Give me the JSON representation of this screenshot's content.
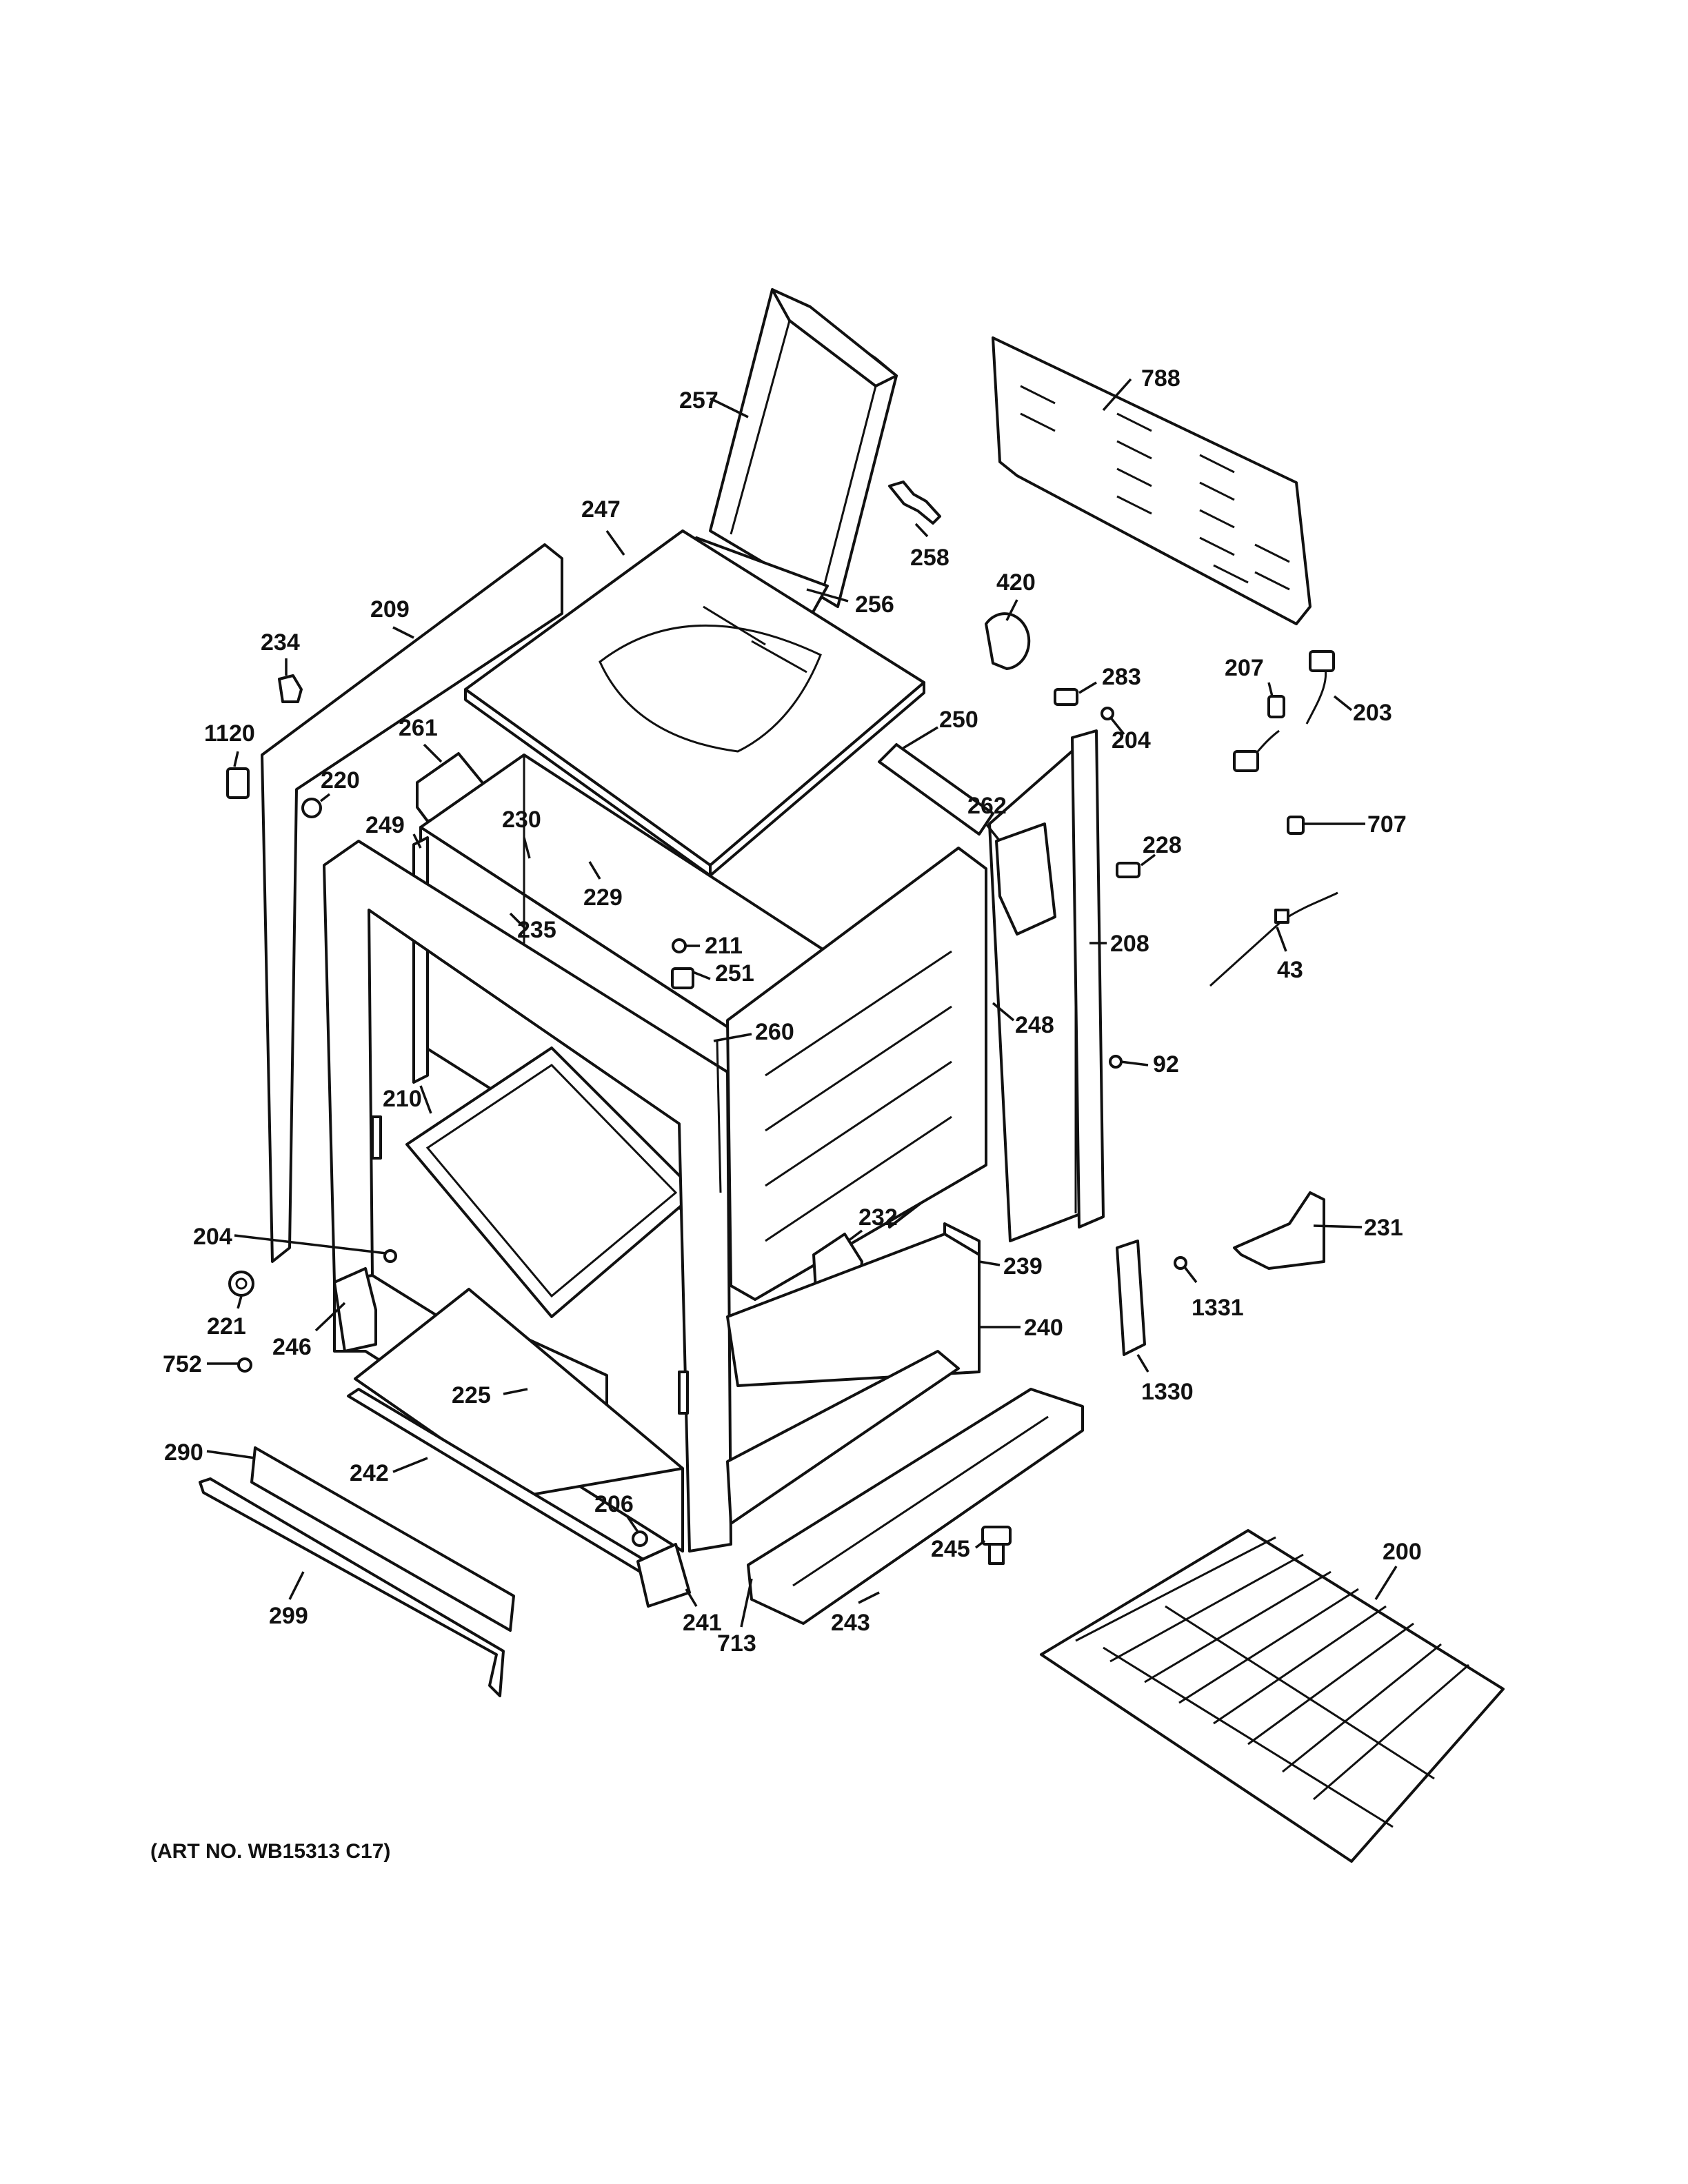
{
  "art_number": "(ART NO. WB15313 C17)",
  "callouts": [
    {
      "id": "p257",
      "text": "257"
    },
    {
      "id": "p788",
      "text": "788"
    },
    {
      "id": "p258",
      "text": "258"
    },
    {
      "id": "p247",
      "text": "247"
    },
    {
      "id": "p256",
      "text": "256"
    },
    {
      "id": "p420",
      "text": "420"
    },
    {
      "id": "p209",
      "text": "209"
    },
    {
      "id": "p234",
      "text": "234"
    },
    {
      "id": "p283",
      "text": "283"
    },
    {
      "id": "p207",
      "text": "207"
    },
    {
      "id": "p203",
      "text": "203"
    },
    {
      "id": "p250",
      "text": "250"
    },
    {
      "id": "p204a",
      "text": "204"
    },
    {
      "id": "p1120",
      "text": "1120"
    },
    {
      "id": "p261",
      "text": "261"
    },
    {
      "id": "p220",
      "text": "220"
    },
    {
      "id": "p262",
      "text": "262"
    },
    {
      "id": "p707",
      "text": "707"
    },
    {
      "id": "p230",
      "text": "230"
    },
    {
      "id": "p249",
      "text": "249"
    },
    {
      "id": "p228",
      "text": "228"
    },
    {
      "id": "p229",
      "text": "229"
    },
    {
      "id": "p235",
      "text": "235"
    },
    {
      "id": "p211",
      "text": "211"
    },
    {
      "id": "p208",
      "text": "208"
    },
    {
      "id": "p251",
      "text": "251"
    },
    {
      "id": "p43",
      "text": "43"
    },
    {
      "id": "p248",
      "text": "248"
    },
    {
      "id": "p260",
      "text": "260"
    },
    {
      "id": "p92",
      "text": "92"
    },
    {
      "id": "p210",
      "text": "210"
    },
    {
      "id": "p232",
      "text": "232"
    },
    {
      "id": "p231",
      "text": "231"
    },
    {
      "id": "p204b",
      "text": "204"
    },
    {
      "id": "p239",
      "text": "239"
    },
    {
      "id": "p1331",
      "text": "1331"
    },
    {
      "id": "p221",
      "text": "221"
    },
    {
      "id": "p246",
      "text": "246"
    },
    {
      "id": "p240",
      "text": "240"
    },
    {
      "id": "p752",
      "text": "752"
    },
    {
      "id": "p1330",
      "text": "1330"
    },
    {
      "id": "p225",
      "text": "225"
    },
    {
      "id": "p290",
      "text": "290"
    },
    {
      "id": "p242",
      "text": "242"
    },
    {
      "id": "p206",
      "text": "206"
    },
    {
      "id": "p245",
      "text": "245"
    },
    {
      "id": "p200",
      "text": "200"
    },
    {
      "id": "p299",
      "text": "299"
    },
    {
      "id": "p241",
      "text": "241"
    },
    {
      "id": "p243",
      "text": "243"
    },
    {
      "id": "p713",
      "text": "713"
    }
  ]
}
